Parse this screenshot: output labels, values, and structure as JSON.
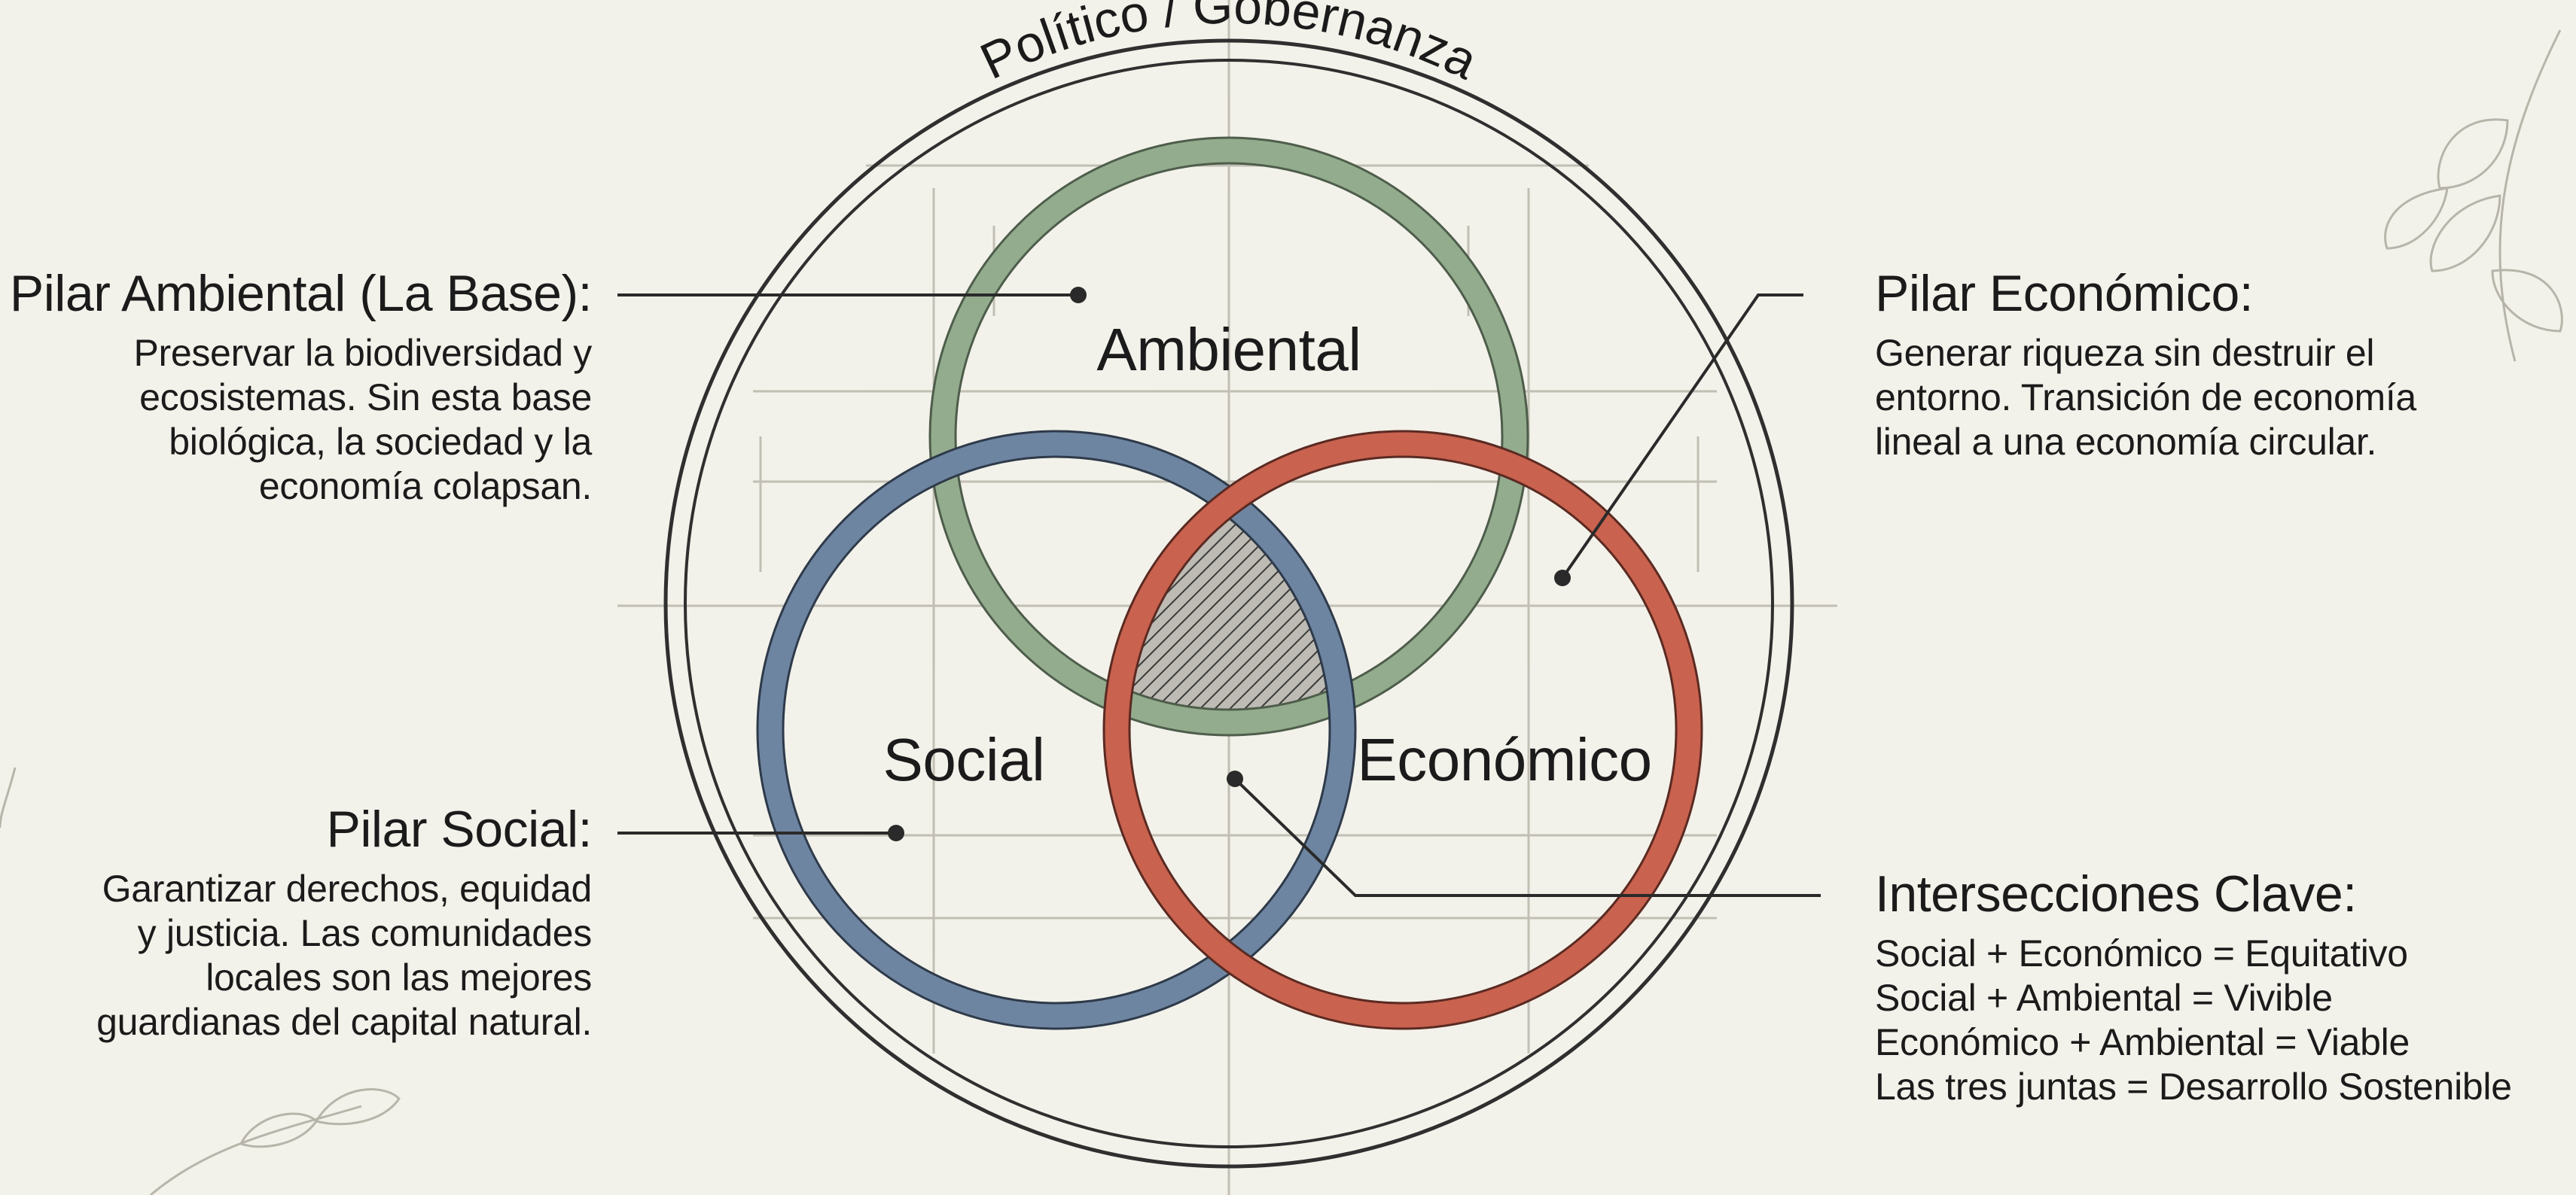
{
  "colors": {
    "background": "#f3f2ea",
    "ambiental": "#93ac8d",
    "social": "#6e85a1",
    "economico": "#c9624e",
    "ink": "#1b1b1b",
    "sketch": "#b9b6aa"
  },
  "outer_ring": {
    "label": "Político / Gobernanza"
  },
  "circles": {
    "ambiental": "Ambiental",
    "social": "Social",
    "economico": "Económico"
  },
  "pillars": {
    "ambiental": {
      "title": "Pilar Ambiental (La Base):",
      "lines": [
        "Preservar la biodiversidad y",
        "ecosistemas. Sin esta base",
        "biológica, la sociedad y la",
        "economía colapsan."
      ]
    },
    "social": {
      "title": "Pilar Social:",
      "lines": [
        "Garantizar derechos, equidad",
        "y justicia. Las comunidades",
        "locales son las mejores",
        "guardianas del capital natural."
      ]
    },
    "economico": {
      "title": "Pilar Económico:",
      "lines": [
        "Generar riqueza sin destruir el",
        "entorno. Transición de economía",
        "lineal a una economía circular."
      ]
    },
    "intersecciones": {
      "title": "Intersecciones Clave:",
      "lines": [
        "Social + Económico = Equitativo",
        "Social + Ambiental = Vivible",
        "Económico + Ambiental = Viable",
        "Las tres juntas = Desarrollo Sostenible"
      ]
    }
  }
}
